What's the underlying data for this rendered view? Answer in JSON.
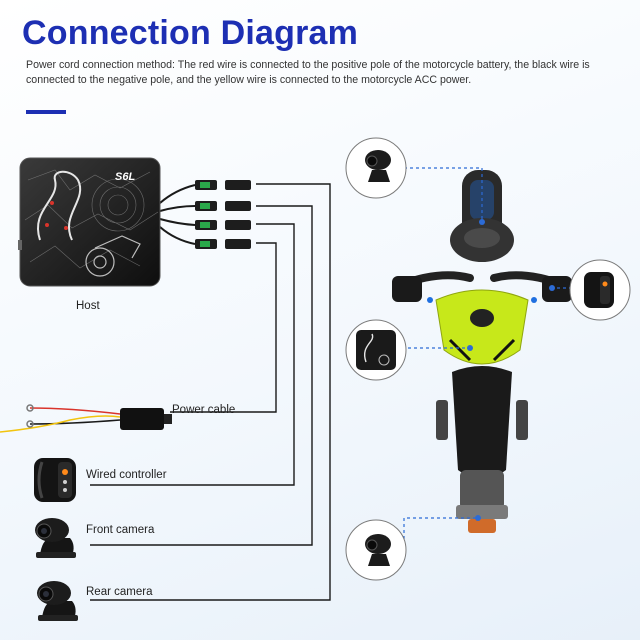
{
  "header": {
    "title": "Connection Diagram",
    "description": "Power cord connection method: The red wire is connected to the positive pole of the motorcycle battery, the black wire is connected to the negative pole, and the yellow wire is connected to the motorcycle ACC power.",
    "accent_color": "#1d2fb3"
  },
  "host": {
    "label": "Host",
    "brand": "S6L"
  },
  "components": {
    "power_cable": "Power cable",
    "wired_controller": "Wired controller",
    "front_camera": "Front camera",
    "rear_camera": "Rear camera"
  },
  "colors": {
    "wire": "#1a1a1a",
    "wire_red": "#d9342b",
    "wire_yellow": "#f2c40f",
    "motorcycle_accent": "#c7e81a",
    "connector_green": "#2aa84a",
    "callout_dash": "#2c6bd6"
  }
}
